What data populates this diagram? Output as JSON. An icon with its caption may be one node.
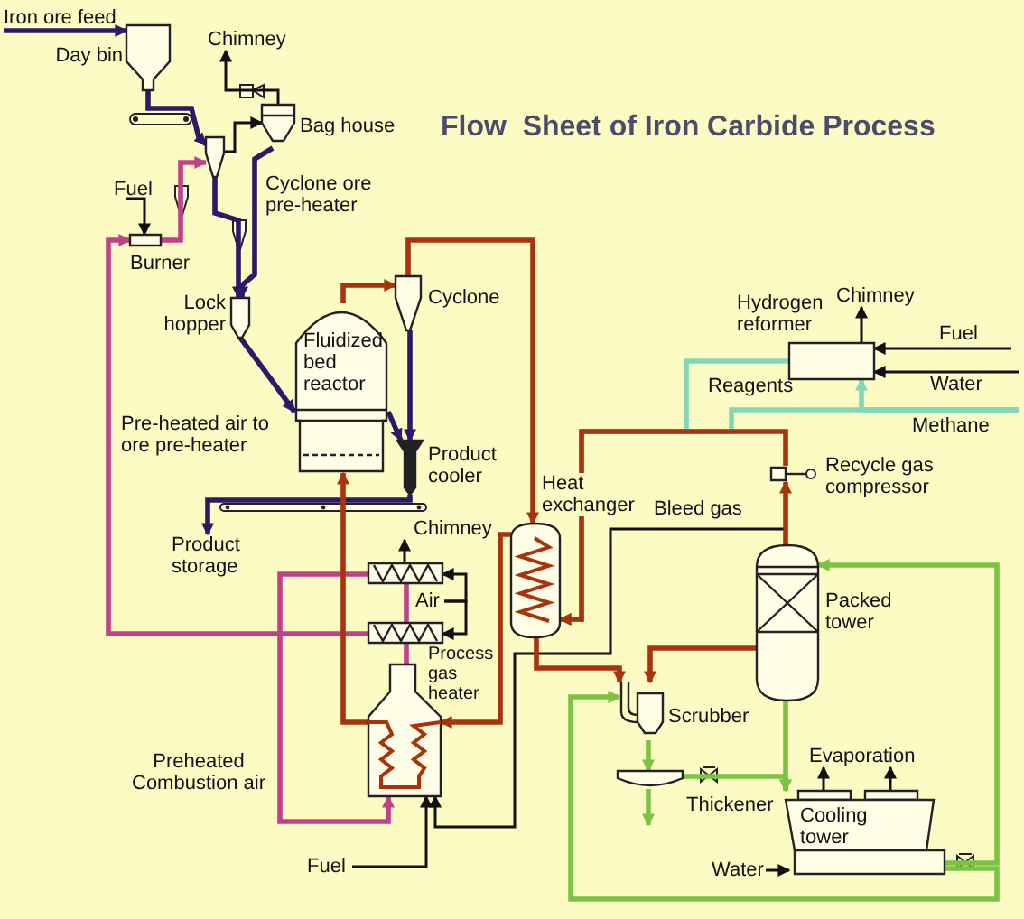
{
  "diagram": {
    "title": "Flow  Sheet of Iron Carbide Process",
    "nodes": [
      {
        "text": [
          "Iron ore feed"
        ]
      },
      {
        "text": [],
        "shape": "hopper",
        "beside": [
          "Day bin"
        ]
      },
      {
        "text": [
          "Chimney"
        ]
      },
      {
        "text": [],
        "shape": "hopper",
        "beside": [
          "Bag house"
        ]
      },
      {
        "text": [],
        "shape": "cyclone",
        "beside": [
          "Cyclone ore pre-heater"
        ]
      },
      {
        "text": [
          "Fuel"
        ]
      },
      {
        "text": [],
        "shape": "box",
        "beside": [
          "Burner"
        ]
      },
      {
        "text": [],
        "shape": "hopper",
        "beside": [
          "Lock hopper"
        ]
      },
      {
        "text": [
          "Fluidized bed reactor"
        ]
      },
      {
        "text": [],
        "shape": "cyclone",
        "beside": [
          "Cyclone"
        ]
      },
      {
        "text": [],
        "shape": "cooler",
        "beside": [
          "Product cooler"
        ]
      },
      {
        "text": [
          "Product storage"
        ]
      },
      {
        "text": [
          "Chimney"
        ]
      },
      {
        "text": [],
        "shape": "box"
      },
      {
        "text": [
          "Air"
        ]
      },
      {
        "text": [],
        "shape": "box"
      },
      {
        "text": [],
        "shape": "heater",
        "beside": [
          "Process gas heater"
        ]
      },
      {
        "text": [
          "Fuel"
        ]
      },
      {
        "text": [],
        "shape": "exchanger",
        "beside": [
          "Heat exchanger"
        ]
      },
      {
        "text": [],
        "shape": "box",
        "beside": [
          "Hydrogen reformer"
        ]
      },
      {
        "text": [
          "Chimney"
        ]
      },
      {
        "text": [
          "Fuel"
        ]
      },
      {
        "text": [
          "Water"
        ]
      },
      {
        "text": [
          "Methane"
        ]
      },
      {
        "text": [],
        "shape": "compressor",
        "beside": [
          "Recycle gas compressor"
        ]
      },
      {
        "text": [],
        "shape": "tower",
        "beside": [
          "Packed tower"
        ]
      },
      {
        "text": [],
        "shape": "scrubber",
        "beside": [
          "Scrubber"
        ]
      },
      {
        "text": [],
        "shape": "thickener",
        "beside": [
          "Thickener"
        ]
      },
      {
        "text": [
          "Evaporation"
        ]
      },
      {
        "text": [
          "Cooling tower"
        ]
      },
      {
        "text": [
          "Water"
        ]
      }
    ],
    "edges": [
      {
        "from": 0,
        "to": 1,
        "arrow": "to",
        "color": "#2b1a66"
      },
      {
        "from": 1,
        "to": 4,
        "arrow": "to",
        "color": "#2b1a66"
      },
      {
        "from": 4,
        "to": 3,
        "arrow": "to"
      },
      {
        "from": 3,
        "to": 2,
        "arrow": "to"
      },
      {
        "from": 3,
        "to": 7,
        "arrow": "to",
        "color": "#2b1a66"
      },
      {
        "from": 4,
        "to": 7,
        "arrow": "to",
        "color": "#2b1a66"
      },
      {
        "from": 5,
        "to": 6,
        "arrow": "to"
      },
      {
        "from": 6,
        "to": 4,
        "arrow": "to",
        "color": "#c0418a"
      },
      {
        "from": 7,
        "to": 8,
        "arrow": "to",
        "color": "#2b1a66"
      },
      {
        "from": 8,
        "to": 9,
        "arrow": "to",
        "color": "#a8330c"
      },
      {
        "from": 9,
        "to": 18,
        "arrow": "to",
        "color": "#a8330c"
      },
      {
        "from": 9,
        "to": 10,
        "arrow": "to",
        "color": "#2b1a66"
      },
      {
        "from": 8,
        "to": 10,
        "arrow": "to",
        "color": "#2b1a66"
      },
      {
        "from": 10,
        "to": 11,
        "arrow": "to",
        "color": "#2b1a66"
      },
      {
        "from": 15,
        "to": 6,
        "arrow": "to",
        "color": "#c0418a"
      },
      {
        "from": 13,
        "to": 16,
        "arrow": "to",
        "color": "#c0418a"
      },
      {
        "from": 16,
        "to": 15,
        "arrow": "none",
        "color": "#c0418a"
      },
      {
        "from": 15,
        "to": 13,
        "arrow": "none",
        "color": "#c0418a"
      },
      {
        "from": 13,
        "to": 12,
        "arrow": "to"
      },
      {
        "from": 14,
        "to": 13,
        "arrow": "to"
      },
      {
        "from": 14,
        "to": 15,
        "arrow": "to"
      },
      {
        "from": 16,
        "to": 8,
        "arrow": "to",
        "color": "#a8330c"
      },
      {
        "from": 18,
        "to": 16,
        "arrow": "to",
        "color": "#a8330c"
      },
      {
        "from": 17,
        "to": 16,
        "arrow": "to"
      },
      {
        "from": 25,
        "to": 16,
        "arrow": "to",
        "label": "Bleed gas"
      },
      {
        "from": 25,
        "to": 24,
        "arrow": "to",
        "color": "#a8330c"
      },
      {
        "from": 24,
        "to": 18,
        "arrow": "to",
        "color": "#a8330c"
      },
      {
        "from": 19,
        "to": 18,
        "arrow": "to",
        "color": "#80d8b8"
      },
      {
        "from": 23,
        "to": 18,
        "arrow": "to",
        "color": "#80d8b8"
      },
      {
        "from": 23,
        "to": 19,
        "arrow": "to",
        "color": "#80d8b8"
      },
      {
        "from": 19,
        "to": 20,
        "arrow": "to"
      },
      {
        "from": 21,
        "to": 19,
        "arrow": "to"
      },
      {
        "from": 22,
        "to": 19,
        "arrow": "to"
      },
      {
        "from": 18,
        "to": 26,
        "arrow": "to",
        "color": "#a8330c"
      },
      {
        "from": 25,
        "to": 26,
        "arrow": "to",
        "color": "#a8330c"
      },
      {
        "from": 26,
        "to": 27,
        "arrow": "to",
        "color": "#7dc242"
      },
      {
        "from": 27,
        "to": null,
        "arrow": "to",
        "color": "#7dc242"
      },
      {
        "from": 27,
        "to": 29,
        "arrow": "to",
        "color": "#7dc242"
      },
      {
        "from": 25,
        "to": 29,
        "arrow": "to",
        "color": "#7dc242"
      },
      {
        "from": 29,
        "to": 28,
        "arrow": "to"
      },
      {
        "from": 29,
        "to": 28,
        "arrow": "to"
      },
      {
        "from": 30,
        "to": 29,
        "arrow": "to"
      },
      {
        "from": 29,
        "to": 25,
        "arrow": "to",
        "color": "#7dc242"
      },
      {
        "from": 29,
        "to": 26,
        "arrow": "to",
        "color": "#7dc242"
      }
    ],
    "labels": [
      "Reagents",
      "Pre-heated air to ore pre-heater",
      "Preheated Combustion air"
    ]
  }
}
